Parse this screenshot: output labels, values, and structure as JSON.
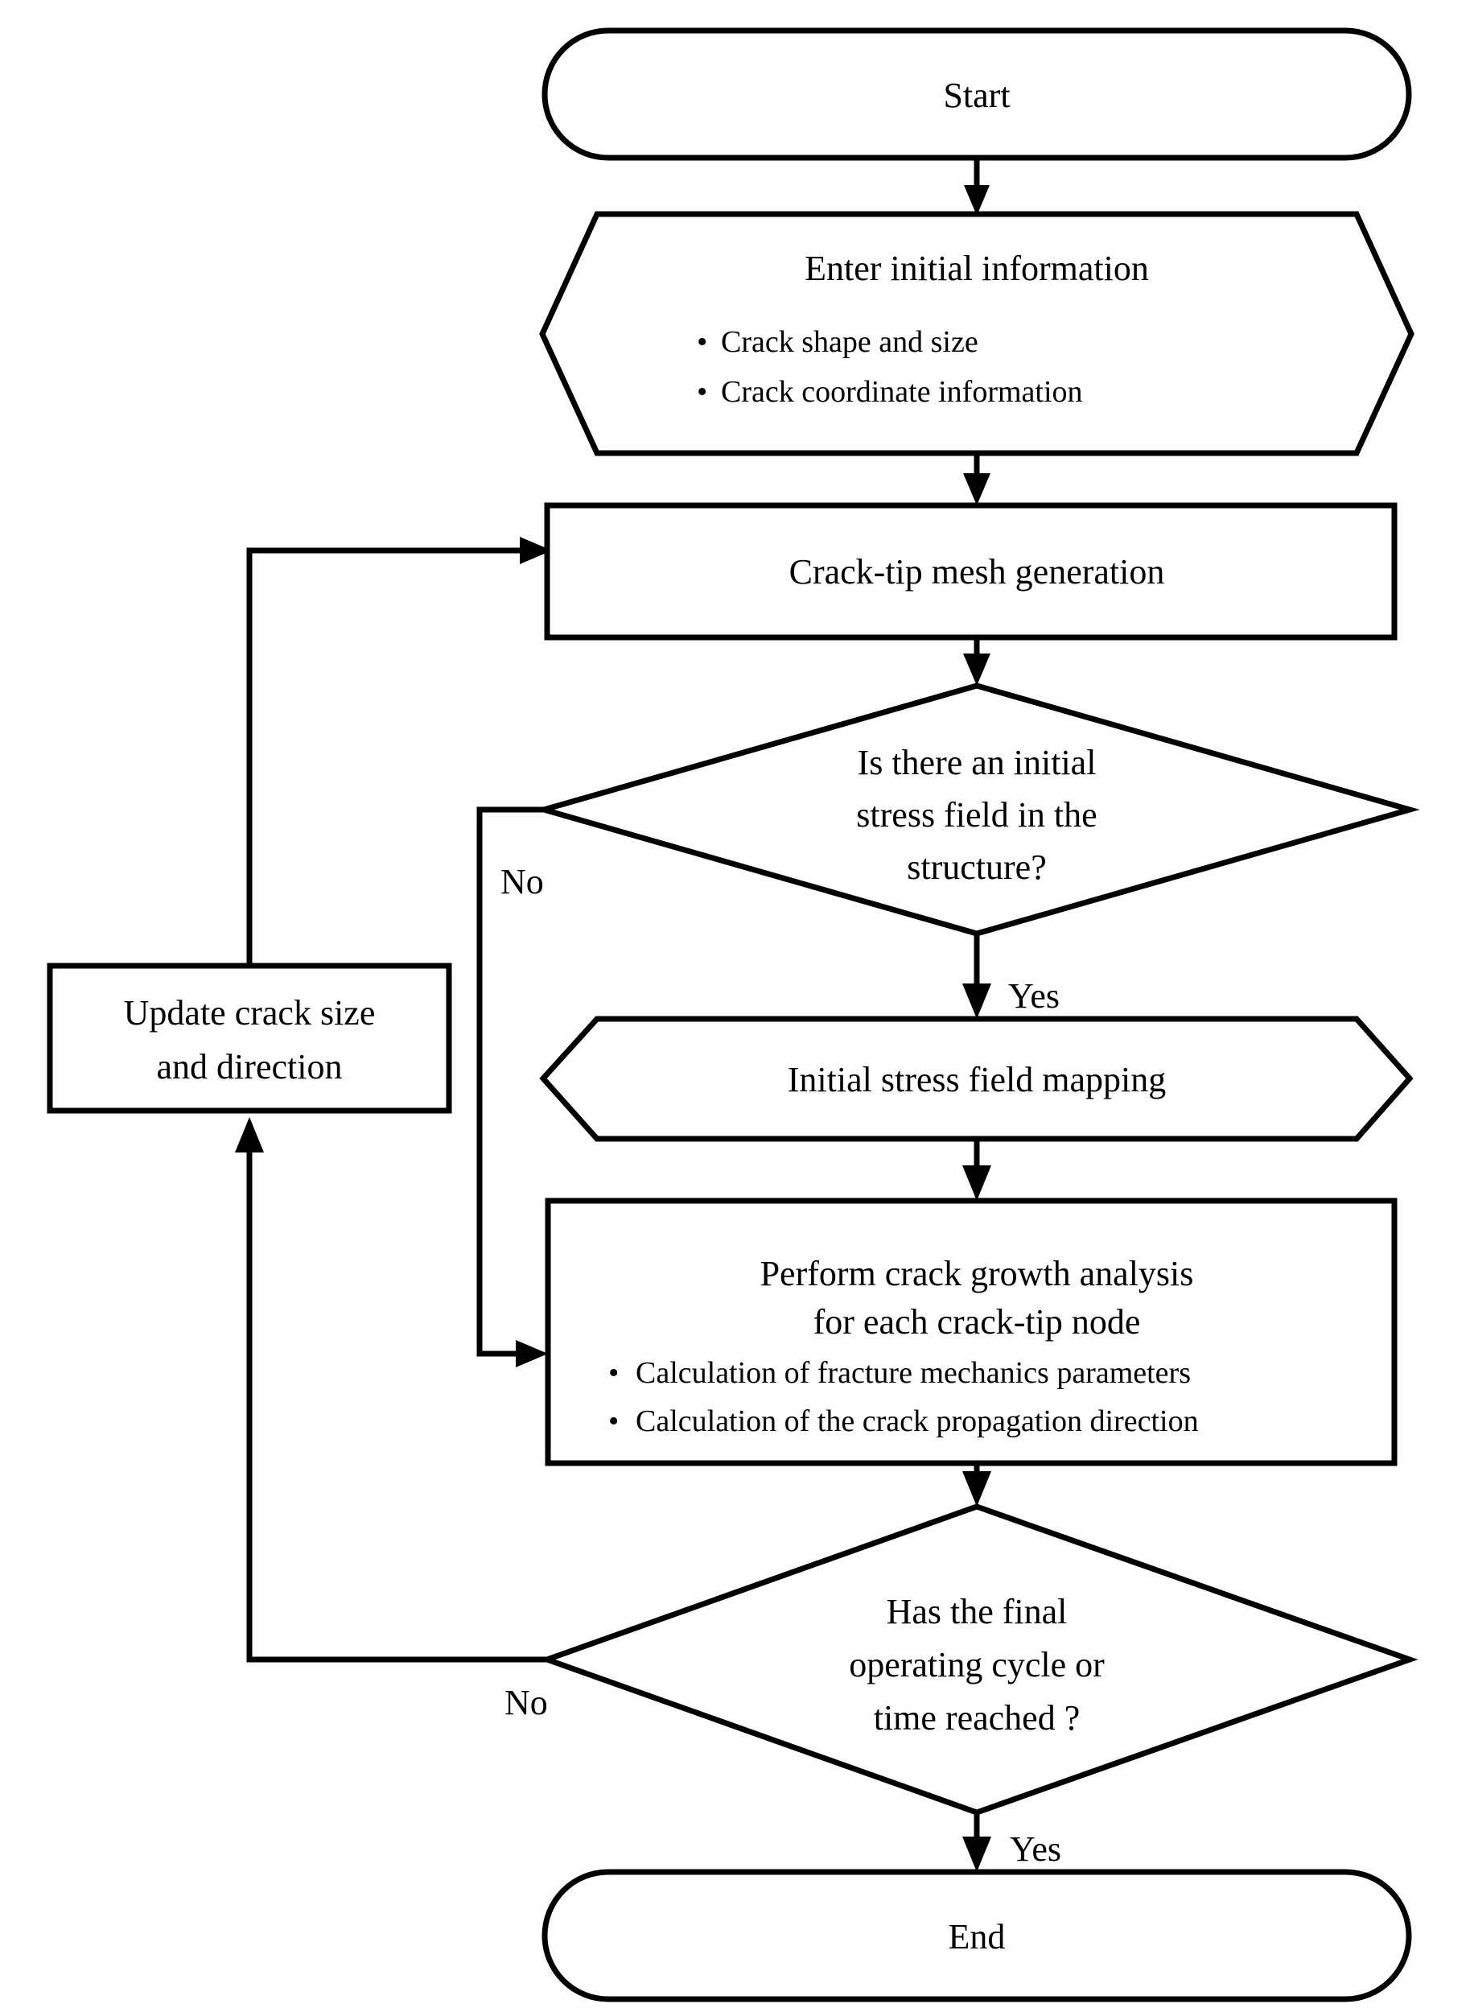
{
  "diagram": {
    "title": "Crack growth analysis procedure flowchart",
    "type": "flowchart",
    "background_color": "#ffffff",
    "line_color": "#000000",
    "text_color": "#000000"
  },
  "nodes": {
    "start": {
      "label": "Start",
      "shape": "terminator"
    },
    "enter_info": {
      "heading": "Enter initial information",
      "shape": "hexagon",
      "bullets": [
        "Crack shape and size",
        "Crack coordinate information"
      ],
      "bullet_marker": "•"
    },
    "mesh_generation": {
      "label": "Crack-tip mesh generation",
      "shape": "process"
    },
    "decision_stress_field": {
      "shape": "decision",
      "lines": [
        "Is there an initial",
        "stress field in the",
        "structure?"
      ]
    },
    "update_crack": {
      "shape": "process",
      "lines": [
        "Update crack size",
        "and direction"
      ]
    },
    "stress_mapping": {
      "label": "Initial stress field mapping",
      "shape": "hexagon"
    },
    "crack_growth": {
      "shape": "process",
      "heading_lines": [
        "Perform crack growth analysis",
        "for each crack-tip node"
      ],
      "bullets": [
        "Calculation of fracture mechanics parameters",
        "Calculation of the crack propagation direction"
      ],
      "bullet_marker": "•"
    },
    "decision_final_cycle": {
      "shape": "decision",
      "lines": [
        "Has the final",
        "operating cycle or",
        "time reached ?"
      ]
    },
    "end": {
      "label": "End",
      "shape": "terminator"
    }
  },
  "edge_labels": {
    "stress_field_no": "No",
    "stress_field_yes": "Yes",
    "final_cycle_no": "No",
    "final_cycle_yes": "Yes"
  }
}
